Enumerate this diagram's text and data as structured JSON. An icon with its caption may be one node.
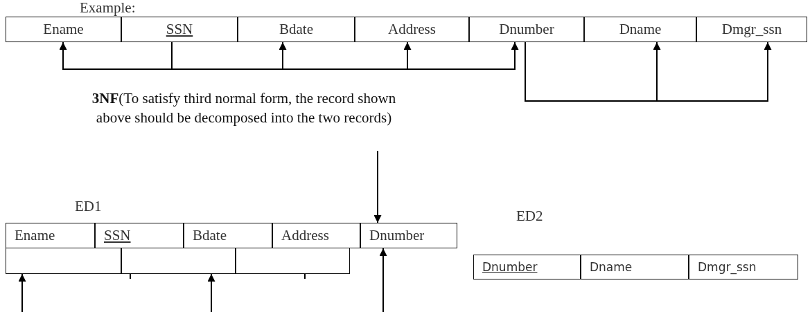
{
  "diagram": {
    "nodes": [
      {
        "text": [
          "Ename"
        ]
      },
      {
        "text": [
          "SSN"
        ]
      },
      {
        "text": [
          "Bdate"
        ]
      },
      {
        "text": [
          "Address"
        ]
      },
      {
        "text": [
          "Dnumber"
        ]
      },
      {
        "text": [
          "Dname"
        ]
      },
      {
        "text": [
          "Dmgr_ssn"
        ]
      },
      {
        "text": [
          "**3NF**(To satisfy third normal form, the record shown above should be decomposed into the two records)"
        ]
      },
      {
        "text": [
          "ED1"
        ]
      },
      {
        "text": [
          "Ename"
        ],
        "in": 8
      },
      {
        "text": [
          "SSN"
        ],
        "in": 8
      },
      {
        "text": [
          "Bdate"
        ],
        "in": 8
      },
      {
        "text": [
          "Address"
        ],
        "in": 8
      },
      {
        "text": [
          "Dnumber"
        ],
        "in": 8
      },
      {
        "text": [],
        "shape": "box",
        "in": 8
      },
      {
        "text": [],
        "shape": "box",
        "in": 8
      },
      {
        "text": [],
        "shape": "box",
        "in": 8
      },
      {
        "text": [
          "ED2"
        ]
      },
      {
        "text": [
          "Dnumber"
        ],
        "in": 17
      },
      {
        "text": [
          "Dname"
        ],
        "in": 17
      },
      {
        "text": [
          "Dmgr_ssn"
        ],
        "in": 17
      }
    ],
    "edges": [
      {
        "from": 1,
        "to": 0,
        "arrow": "to"
      },
      {
        "from": 1,
        "to": 2,
        "arrow": "to"
      },
      {
        "from": 1,
        "to": 3,
        "arrow": "to"
      },
      {
        "from": 1,
        "to": 4,
        "arrow": "to"
      },
      {
        "from": 4,
        "to": 5,
        "arrow": "to"
      },
      {
        "from": 4,
        "to": 6,
        "arrow": "to"
      },
      {
        "from": 7,
        "to": 13,
        "arrow": "to"
      },
      {
        "from": 10,
        "to": null,
        "arrow": "none"
      },
      {
        "from": null,
        "to": 12,
        "arrow": "to"
      },
      {
        "from": null,
        "to": 14,
        "arrow": "to"
      },
      {
        "from": null,
        "to": 15,
        "arrow": "to"
      },
      {
        "from": null,
        "to": 13,
        "arrow": "to"
      }
    ],
    "labels": [
      "Example:"
    ]
  }
}
